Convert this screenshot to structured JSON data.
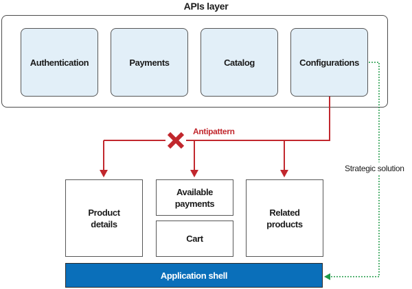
{
  "diagram": {
    "title": "APIs layer",
    "apis": [
      {
        "label": "Authentication"
      },
      {
        "label": "Payments"
      },
      {
        "label": "Catalog"
      },
      {
        "label": "Configurations"
      }
    ],
    "microfrontends": {
      "product_details": "Product details",
      "available_payments": "Available payments",
      "cart": "Cart",
      "related_products": "Related products"
    },
    "application_shell": "Application shell",
    "antipattern_label": "Antipattern",
    "strategic_label": "Strategic solution",
    "colors": {
      "api_fill": "#e2eff8",
      "antipattern": "#c1272d",
      "strategic": "#1e9a47",
      "shell_fill": "#0a6fba"
    }
  }
}
